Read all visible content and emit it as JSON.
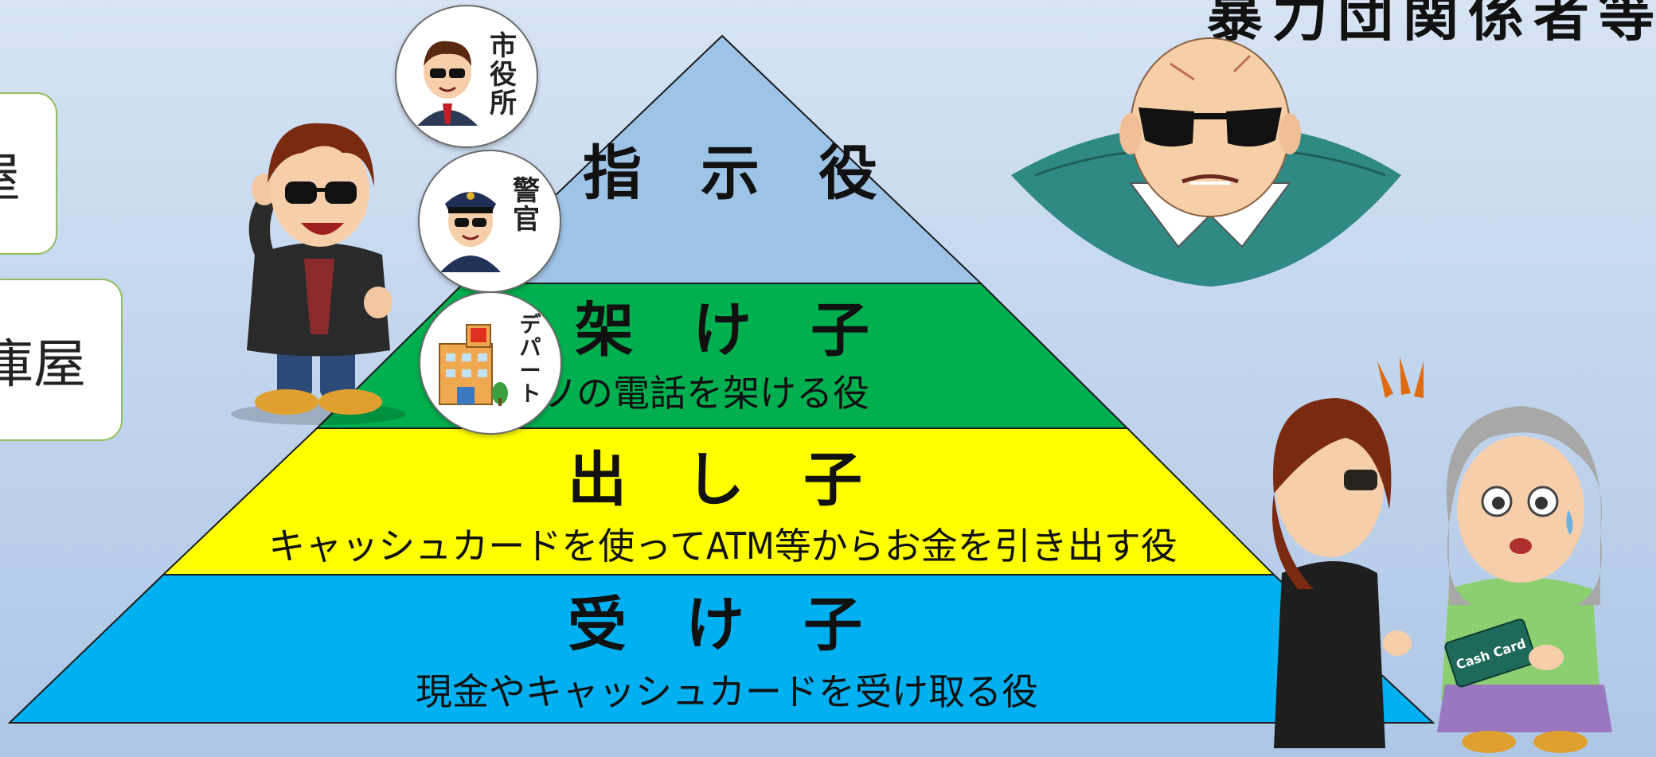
{
  "left_boxes": [
    {
      "text": "屋"
    },
    {
      "text": "庫屋"
    }
  ],
  "top_right_heading": "暴力団関係者等",
  "pyramid": {
    "tiers": [
      {
        "title": "指　示　役",
        "description": "",
        "color": "#9dc3e6"
      },
      {
        "title": "架　け　子",
        "description": "ウソの電話を架ける役",
        "color": "#00b050"
      },
      {
        "title": "出　し　子",
        "description": "キャッシュカードを使ってATM等からお金を引き出す役",
        "color": "#ffff00"
      },
      {
        "title": "受　け　子",
        "description": "現金やキャッシュカードを受け取る役",
        "color": "#00b0f0"
      }
    ]
  },
  "badges": [
    {
      "label": "市役所"
    },
    {
      "label": "警官"
    },
    {
      "label": "デパート"
    }
  ],
  "illustrations": {
    "caller": "caller-with-phone",
    "boss": "boss-with-sunglasses",
    "card_handover": "elderly-woman-handing-cash-card",
    "card_text": "Cash Card"
  }
}
